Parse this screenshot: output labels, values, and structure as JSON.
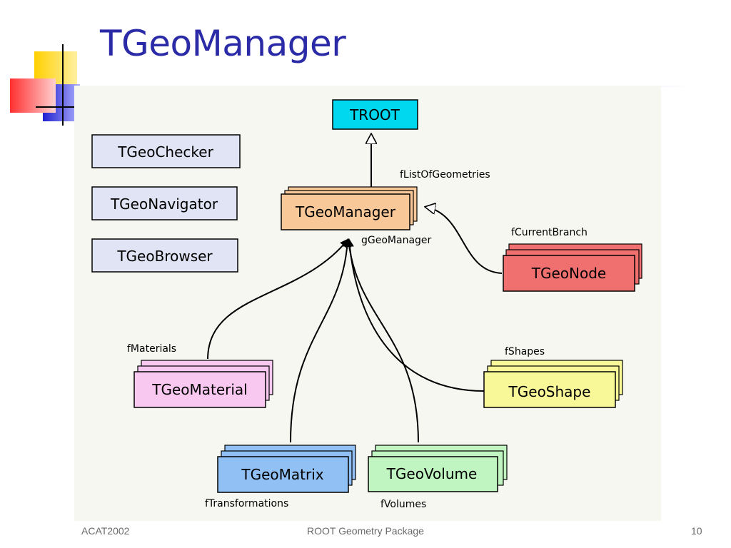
{
  "slide": {
    "title": "TGeoManager",
    "footer_left": "ACAT2002",
    "footer_center": "ROOT Geometry Package",
    "footer_right": "10"
  },
  "colors": {
    "title": "#2b2ba8",
    "troot": "#00d8f0",
    "manager": "#f8c898",
    "aux": "#e0e4f4",
    "node": "#f07070",
    "material": "#f8c8f0",
    "shape": "#f8f898",
    "matrix": "#90c0f4",
    "volume": "#c0f4c0"
  },
  "diagram": {
    "boxes": {
      "troot": "TROOT",
      "manager": "TGeoManager",
      "checker": "TGeoChecker",
      "navigator": "TGeoNavigator",
      "browser": "TGeoBrowser",
      "node": "TGeoNode",
      "material": "TGeoMaterial",
      "shape": "TGeoShape",
      "matrix": "TGeoMatrix",
      "volume": "TGeoVolume"
    },
    "labels": {
      "list_of_geometries": "fListOfGeometries",
      "g_geo_manager": "gGeoManager",
      "current_branch": "fCurrentBranch",
      "materials": "fMaterials",
      "shapes": "fShapes",
      "transformations": "fTransformations",
      "volumes": "fVolumes"
    }
  }
}
